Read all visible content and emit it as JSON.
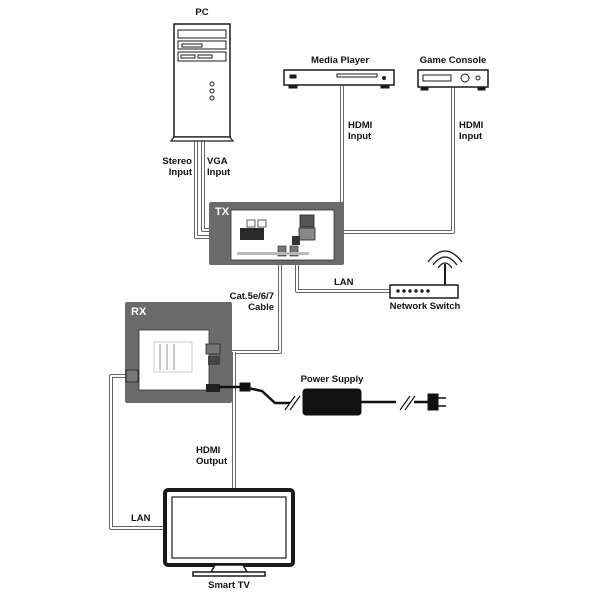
{
  "devices": {
    "pc": "PC",
    "media_player": "Media Player",
    "game_console": "Game Console",
    "network_switch": "Network Switch",
    "power_supply": "Power Supply",
    "smart_tv": "Smart TV",
    "tx": "TX",
    "rx": "RX"
  },
  "connections": {
    "stereo_input": [
      "Stereo",
      "Input"
    ],
    "vga_input": [
      "VGA",
      "Input"
    ],
    "hdmi_input_media": [
      "HDMI",
      "Input"
    ],
    "hdmi_input_game": [
      "HDMI",
      "Input"
    ],
    "lan_switch": "LAN",
    "cat_cable": [
      "Cat.5e/6/7",
      "Cable"
    ],
    "hdmi_output": [
      "HDMI",
      "Output"
    ],
    "lan_tv": "LAN"
  },
  "colors": {
    "box_gray": "#6b6b6b",
    "cable_gray": "#9a9a9a",
    "device_outline": "#1a1a1a",
    "power_black": "#111111"
  }
}
